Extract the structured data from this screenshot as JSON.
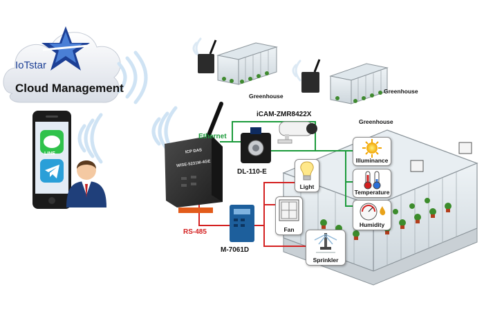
{
  "brand": {
    "name": "IoTstar",
    "tagline": "Cloud Management"
  },
  "phone": {
    "apps": [
      "LINE"
    ]
  },
  "devices": {
    "gateway_label": "WISE-5231M-4GE",
    "gateway_logo": "ICP DAS",
    "poe_switch": "DL-110-E",
    "camera": "iCAM-ZMR8422X",
    "io_module": "M-7061D"
  },
  "links": {
    "ethernet": "Ethernet",
    "rs485": "RS-485"
  },
  "greenhouses": {
    "top_left": "Greenhouse",
    "top_right": "Greenhouse",
    "main": "Greenhouse"
  },
  "sensors": {
    "illuminance": "Illuminance",
    "temperature": "Temperature",
    "humidity": "Humidity"
  },
  "actuators": {
    "light": "Light",
    "fan": "Fan",
    "sprinkler": "Sprinkler"
  },
  "colors": {
    "ethernet_line": "#1a9a3a",
    "rs485_line": "#d42020",
    "cloud": "#e9ecf2",
    "brand_blue": "#1c3f95"
  }
}
